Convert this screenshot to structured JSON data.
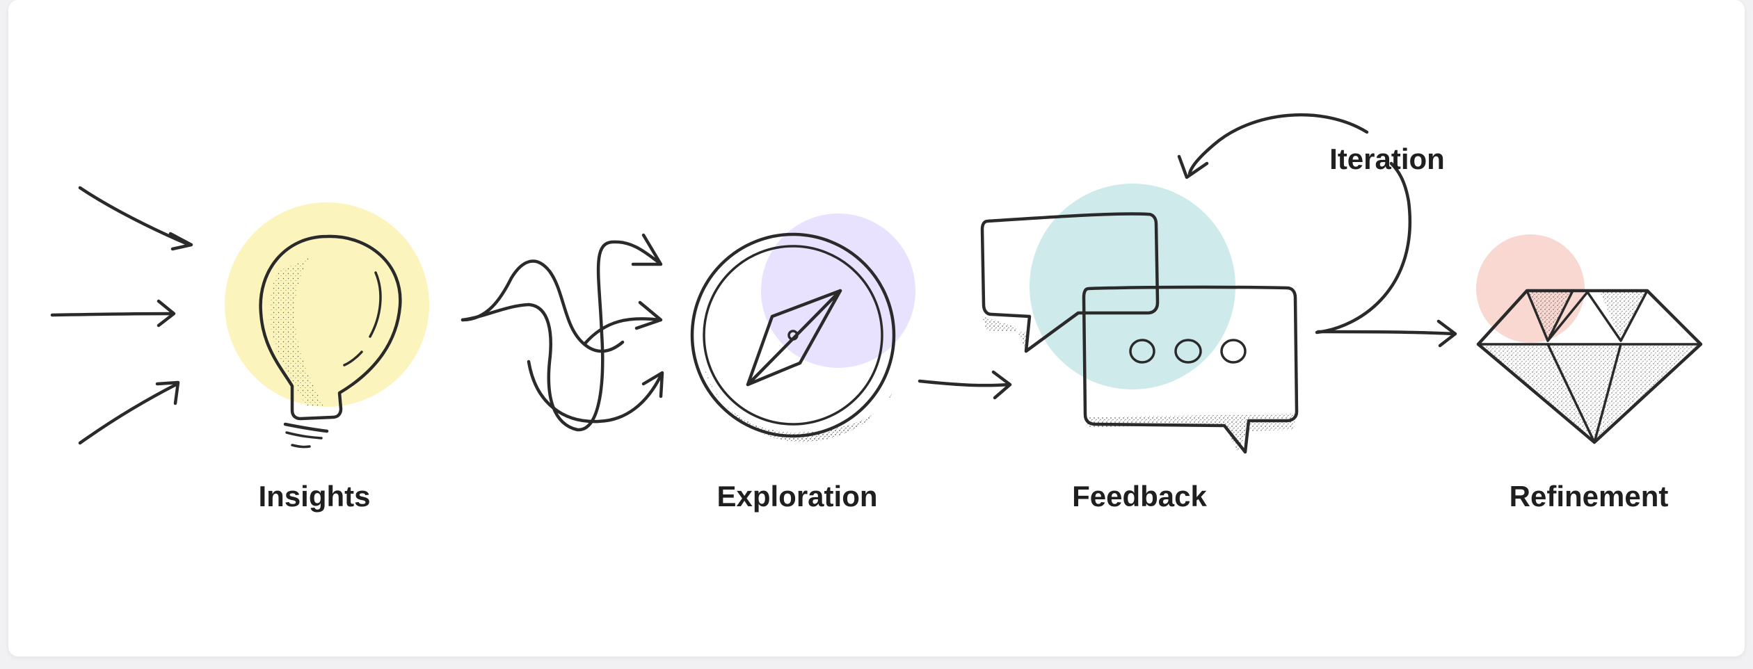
{
  "stages": [
    {
      "key": "insights",
      "label": "Insights",
      "icon": "lightbulb-icon",
      "color": "#fbf4bd"
    },
    {
      "key": "exploration",
      "label": "Exploration",
      "icon": "compass-icon",
      "color": "#e8e2ff"
    },
    {
      "key": "feedback",
      "label": "Feedback",
      "icon": "chat-bubbles-icon",
      "color": "#cfeaea"
    },
    {
      "key": "refinement",
      "label": "Refinement",
      "icon": "diamond-icon",
      "color": "#f9d8d2"
    }
  ],
  "loop": {
    "label": "Iteration"
  }
}
